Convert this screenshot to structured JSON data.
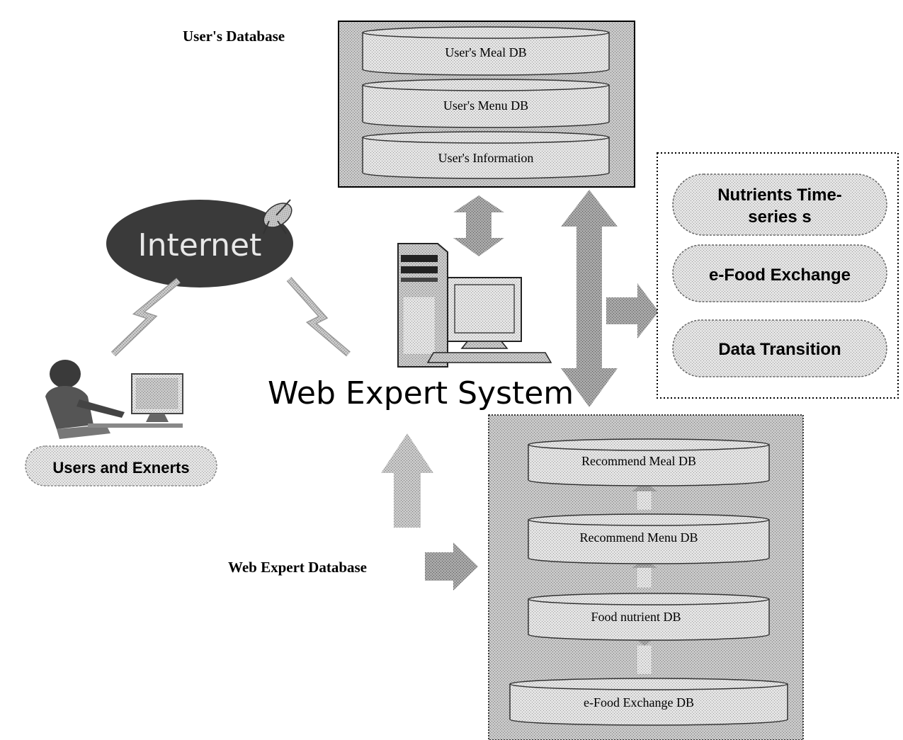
{
  "users_database": {
    "label": "User's Database",
    "items": [
      "User's Meal DB",
      "User's  Menu DB",
      "User's Information"
    ]
  },
  "internet": {
    "label": "Internet"
  },
  "users_and_experts": {
    "label": "Users and Exnerts"
  },
  "web_expert_system": {
    "label": "Web Expert System"
  },
  "services": {
    "items": [
      {
        "line1": "Nutrients  Time-",
        "line2": "series s"
      },
      {
        "line1": "e-Food Exchange"
      },
      {
        "line1": "Data Transition"
      }
    ]
  },
  "web_expert_database": {
    "label": "Web Expert Database",
    "items": [
      "Recommend Meal DB",
      "Recommend Menu DB",
      "Food nutrient DB",
      "e-Food Exchange DB"
    ]
  },
  "colors": {
    "panel": "#bdbdbd",
    "cylinder": "#d9d9d9",
    "arrow": "#9a9a9a",
    "internet_ellipse": "#3a3a3a",
    "pill": "#e0e0e0"
  }
}
